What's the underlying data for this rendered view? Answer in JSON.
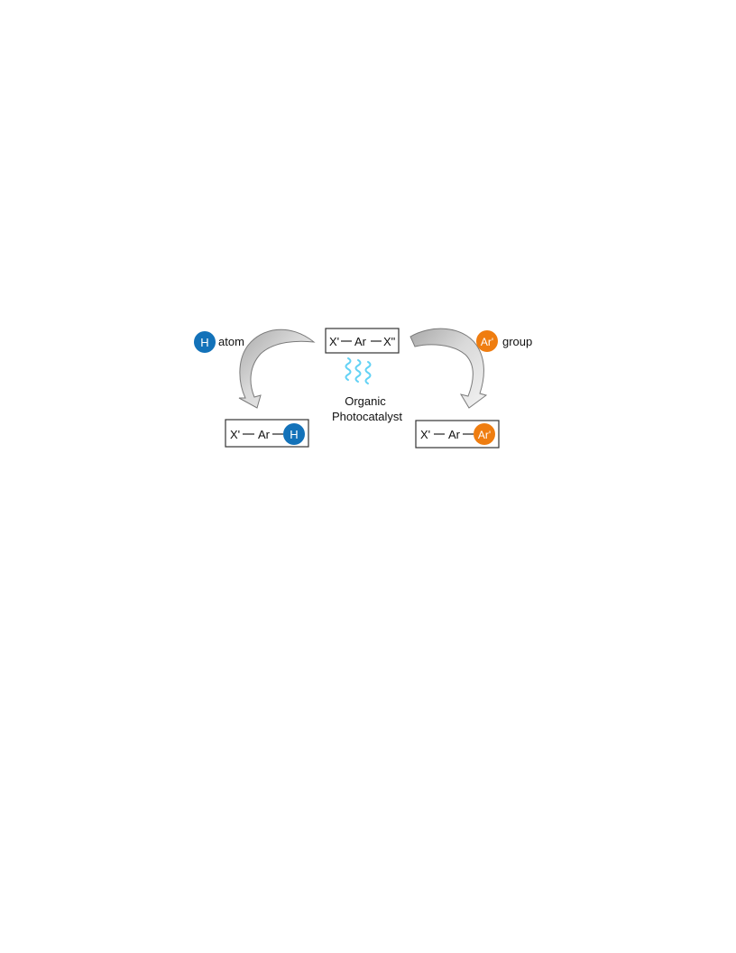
{
  "reactant": {
    "left_group": "X'",
    "core": "Ar",
    "right_group": "X\""
  },
  "catalyst": {
    "line1": "Organic",
    "line2": "Photocatalyst"
  },
  "left_branch": {
    "badge": "H",
    "label": "atom",
    "product_left": "X'",
    "product_core": "Ar",
    "product_badge": "H"
  },
  "right_branch": {
    "badge": "Ar'",
    "label": "group",
    "product_left": "X'",
    "product_core": "Ar",
    "product_badge": "Ar'"
  },
  "colors": {
    "hydrogen": "#1372b9",
    "aryl": "#ef7d10",
    "light_wave": "#63d2f5",
    "arrow_fill": "#d0d0d0",
    "arrow_stroke": "#7a7a7a"
  }
}
